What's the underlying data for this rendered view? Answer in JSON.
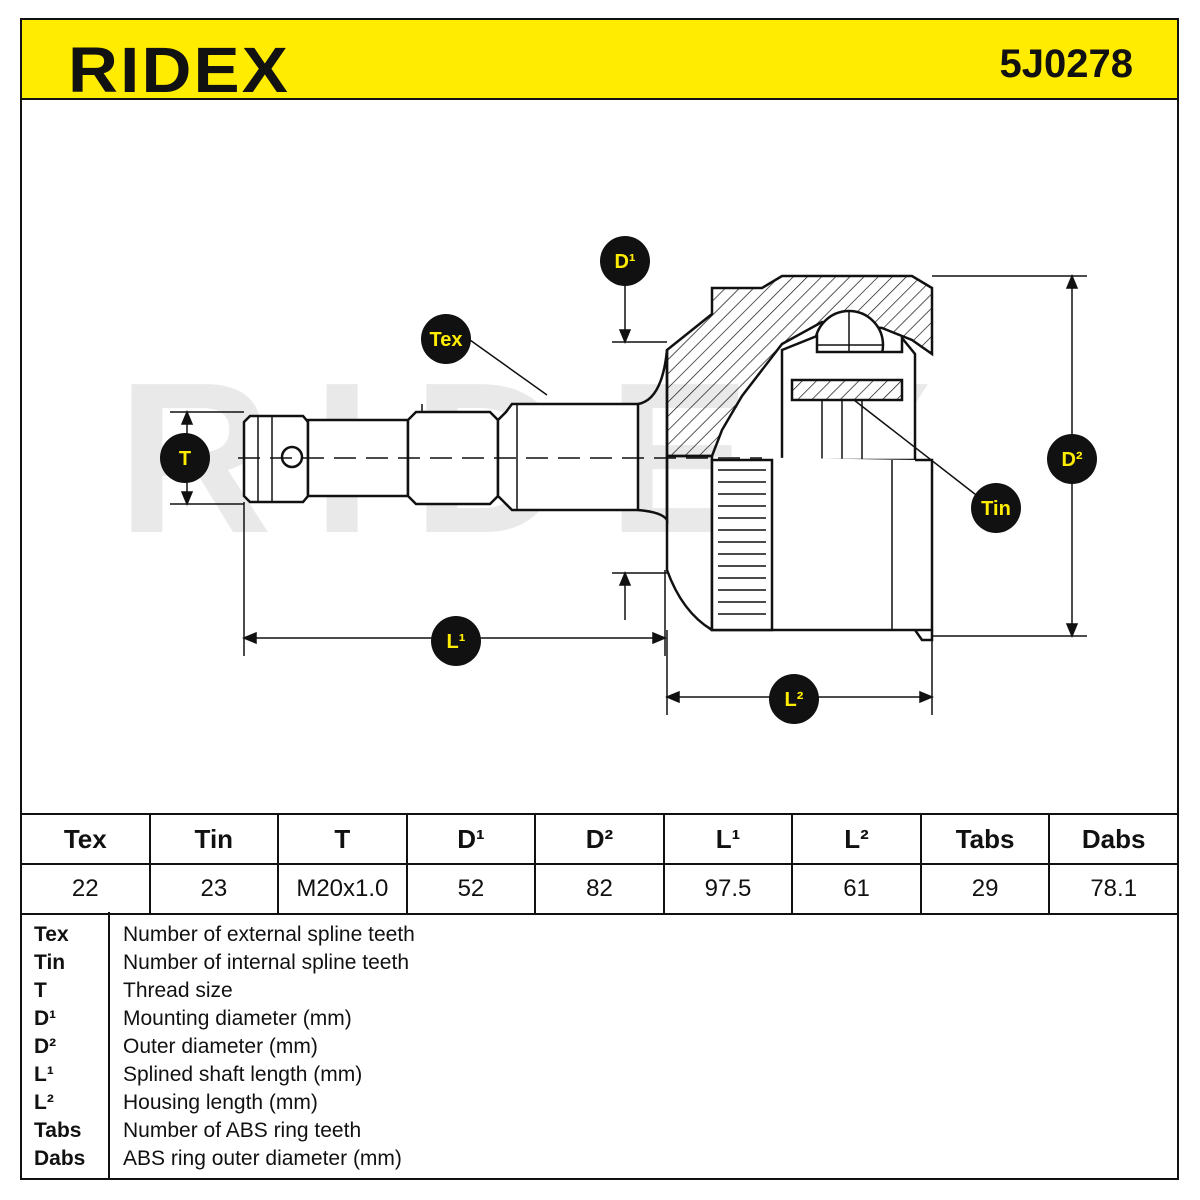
{
  "header": {
    "brand": "RIDEX",
    "part_number": "5J0278"
  },
  "diagram": {
    "watermark": "RIDEX",
    "callouts": {
      "tex": "Tex",
      "tin": "Tin",
      "t": "T",
      "d1": "D¹",
      "d2": "D²",
      "l1": "L¹",
      "l2": "L²"
    }
  },
  "specs": {
    "headers": [
      "Tex",
      "Tin",
      "T",
      "D¹",
      "D²",
      "L¹",
      "L²",
      "Tabs",
      "Dabs"
    ],
    "values": [
      "22",
      "23",
      "M20x1.0",
      "52",
      "82",
      "97.5",
      "61",
      "29",
      "78.1"
    ]
  },
  "legend": [
    {
      "key": "Tex",
      "desc": "Number of external spline teeth"
    },
    {
      "key": "Tin",
      "desc": "Number of internal spline teeth"
    },
    {
      "key": "T",
      "desc": "Thread size"
    },
    {
      "key": "D¹",
      "desc": "Mounting diameter (mm)"
    },
    {
      "key": "D²",
      "desc": "Outer diameter (mm)"
    },
    {
      "key": "L¹",
      "desc": "Splined shaft length (mm)"
    },
    {
      "key": "L²",
      "desc": "Housing length (mm)"
    },
    {
      "key": "Tabs",
      "desc": "Number of ABS ring teeth"
    },
    {
      "key": "Dabs",
      "desc": "ABS ring outer diameter (mm)"
    }
  ]
}
